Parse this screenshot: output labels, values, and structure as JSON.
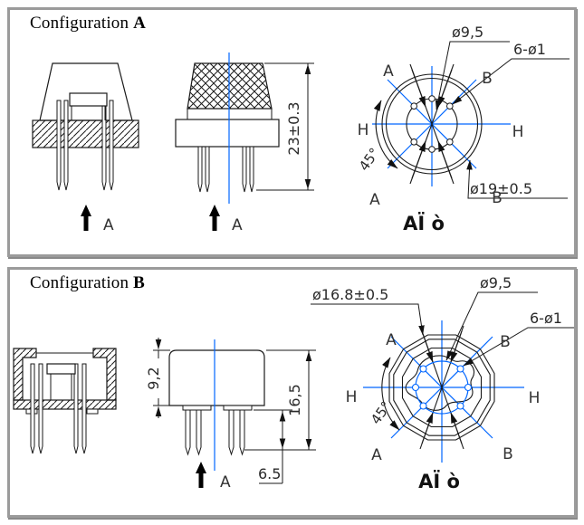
{
  "colors": {
    "line": "#1a1a1a",
    "centerline": "#0066ff",
    "panel_border": "#9b9b9b",
    "arrow_fill": "#000000"
  },
  "panel_a": {
    "title_word": "Configuration",
    "title_letter": "A",
    "view_arrow_label": "A",
    "dim_height": "23±0.3",
    "dim_angle": "45°",
    "dim_bolt_circle": "ø9,5",
    "dim_holes": "6-ø1",
    "dim_outer": "ø19±0.5",
    "labels": {
      "a": "A",
      "b": "B",
      "h": "H"
    },
    "caption": "AÏ ò"
  },
  "panel_b": {
    "title_word": "Configuration",
    "title_letter": "B",
    "view_arrow_label": "A",
    "dim_body_height": "9,2",
    "dim_total_height": "16,5",
    "dim_pin_length": "6.5",
    "dim_angle": "45°",
    "dim_outer": "ø16.8±0.5",
    "dim_bolt_circle": "ø9,5",
    "dim_holes": "6-ø1",
    "labels": {
      "a": "A",
      "b": "B",
      "h": "H"
    },
    "caption": "AÏ ò"
  }
}
